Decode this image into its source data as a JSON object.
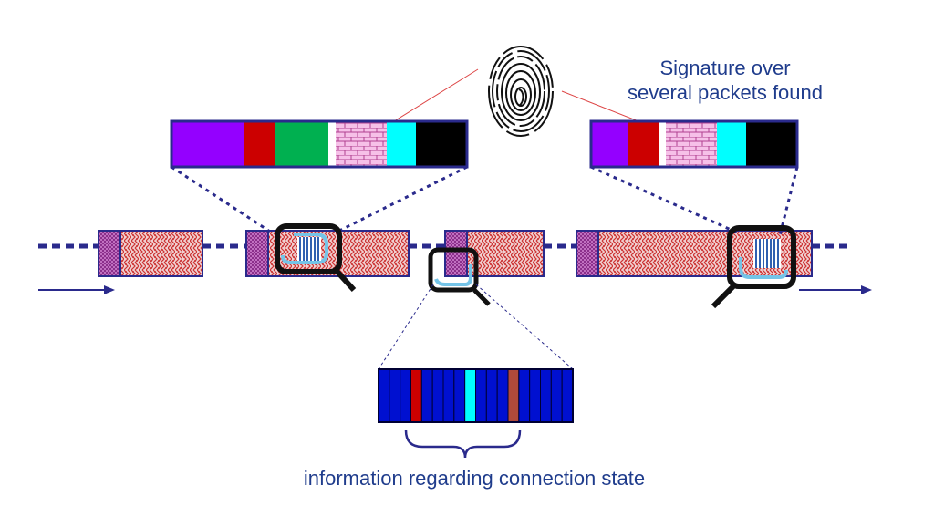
{
  "labels": {
    "signature_line1": "Signature over",
    "signature_line2": "several packets found",
    "connection_state": "information regarding connection state"
  },
  "colors": {
    "navy": "#2a2a8c",
    "packet_header": "#8b2f8b",
    "packet_payload": "#e8bcbc",
    "payload_pattern": "#cc3333",
    "violet": "#9400ff",
    "red": "#cc0000",
    "green": "#00b050",
    "pink_brick": "#f6c0e8",
    "cyan": "#00ffff",
    "black": "#000000",
    "state_blue": "#0010d0",
    "state_red": "#cc0000",
    "state_cyan": "#00ffff",
    "state_brown": "#b04a3a",
    "stream_line": "#2a2a8c",
    "match_highlight": "#74c4e8",
    "text": "#1f3c8c"
  },
  "icons": {
    "fingerprint": "fingerprint-icon",
    "magnifier": "magnifier-icon",
    "arrow": "arrow-right-icon",
    "brace": "brace-icon"
  },
  "state_cells": [
    "blue",
    "blue",
    "blue",
    "red",
    "blue",
    "blue",
    "blue",
    "blue",
    "cyan",
    "blue",
    "blue",
    "blue",
    "brown",
    "blue",
    "blue",
    "blue",
    "blue",
    "blue"
  ]
}
